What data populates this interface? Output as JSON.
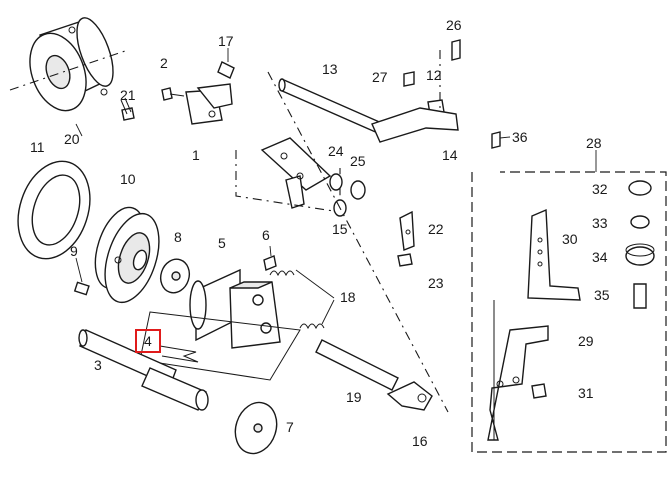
{
  "diagram": {
    "labels": {
      "p1": "1",
      "p2": "2",
      "p3": "3",
      "p4": "4",
      "p5": "5",
      "p6": "6",
      "p7": "7",
      "p8": "8",
      "p9": "9",
      "p10": "10",
      "p11": "11",
      "p12": "12",
      "p13": "13",
      "p14": "14",
      "p15": "15",
      "p16": "16",
      "p17": "17",
      "p18": "18",
      "p19": "19",
      "p20": "20",
      "p21": "21",
      "p22": "22",
      "p23": "23",
      "p24": "24",
      "p25": "25",
      "p26": "26",
      "p27": "27",
      "p28": "28",
      "p29": "29",
      "p30": "30",
      "p31": "31",
      "p32": "32",
      "p33": "33",
      "p34": "34",
      "p35": "35",
      "p36": "36"
    },
    "highlighted_label": "4",
    "highlight_color": "#e01b1b"
  }
}
